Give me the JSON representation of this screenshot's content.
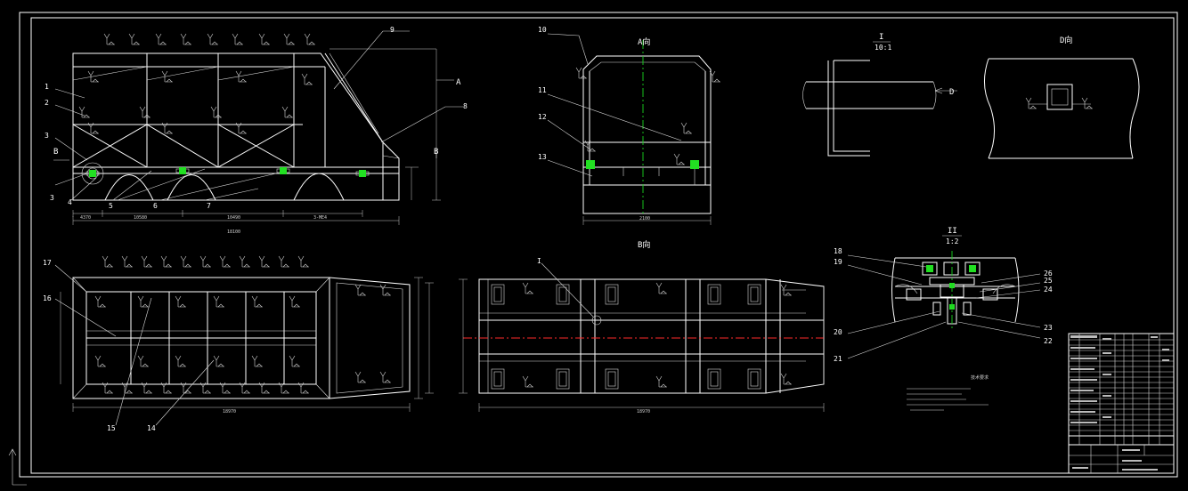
{
  "drawing": {
    "colors": {
      "line": "#ffffff",
      "background": "#000000",
      "centerline_red": "#ff2a2a",
      "centerline_green": "#19d41f"
    },
    "view_labels": {
      "section_a": "A向",
      "section_b": "B向",
      "section_d": "D向",
      "detail_i_name": "I",
      "detail_i_scale": "10:1",
      "detail_ii_name": "II",
      "detail_ii_scale": "1:2",
      "arrow_a": "A",
      "arrow_b_left": "B",
      "arrow_b_right": "B",
      "arrow_d": "D",
      "marker_i": "I"
    },
    "balloons": {
      "b1": "1",
      "b2": "2",
      "b3": "3",
      "b4": "4",
      "b5": "5",
      "b6": "6",
      "b7": "7",
      "b8": "8",
      "b9": "9",
      "b10": "10",
      "b11": "11",
      "b12": "12",
      "b13": "13",
      "b14": "14",
      "b15": "15",
      "b16": "16",
      "b17": "17",
      "b18": "18",
      "b19": "19",
      "b20": "20",
      "b21": "21",
      "b22": "22",
      "b23": "23",
      "b24": "24",
      "b25": "25",
      "b26": "26"
    },
    "tech_req_title": "技术要求"
  }
}
